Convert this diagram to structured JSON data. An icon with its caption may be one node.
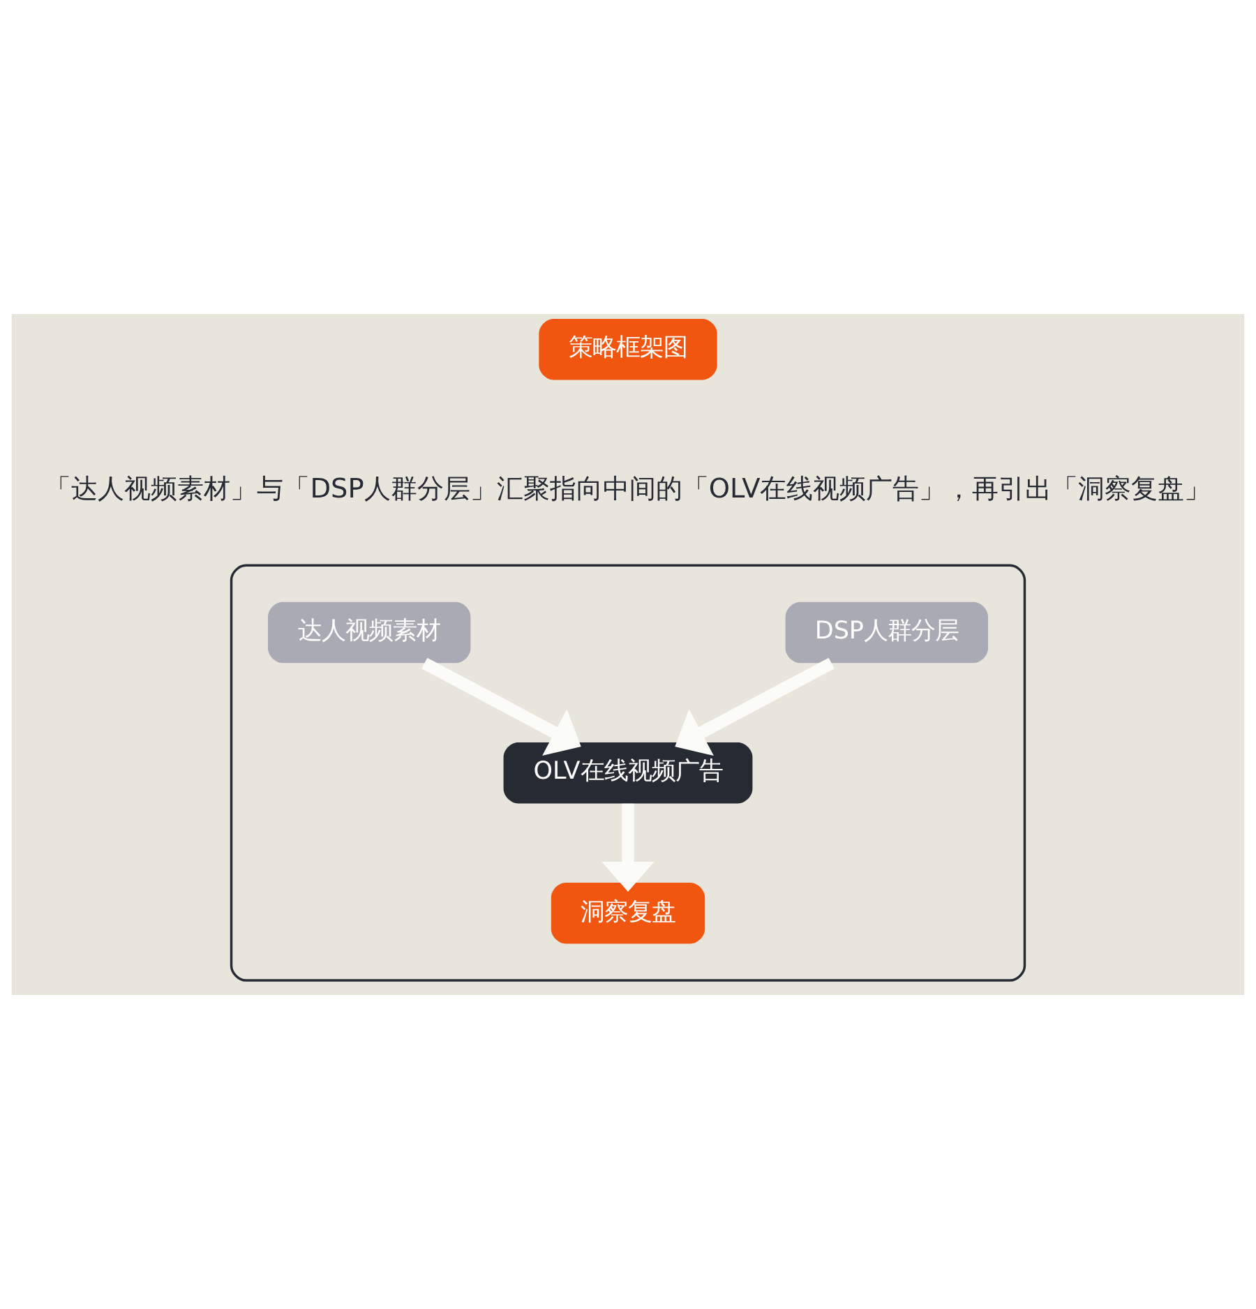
{
  "diagram": {
    "nodes": [
      {
        "text": [
          "策略框架图"
        ]
      },
      {
        "text": [],
        "shape": "box"
      },
      {
        "text": [
          "达人视频素材"
        ],
        "in": 1
      },
      {
        "text": [
          "DSP人群分层"
        ],
        "in": 1
      },
      {
        "text": [
          "OLV在线视频广告"
        ],
        "in": 1
      },
      {
        "text": [
          "洞察复盘"
        ],
        "in": 1
      }
    ],
    "edges": [
      {
        "from": 2,
        "to": 4,
        "arrow": "to"
      },
      {
        "from": 3,
        "to": 4,
        "arrow": "to"
      },
      {
        "from": 4,
        "to": 5,
        "arrow": "to"
      }
    ],
    "labels": [
      "「达人视频素材」与「DSP人群分层」汇聚指向中间的「OLV在线视频广告」，再引出「洞察复盘」"
    ]
  }
}
